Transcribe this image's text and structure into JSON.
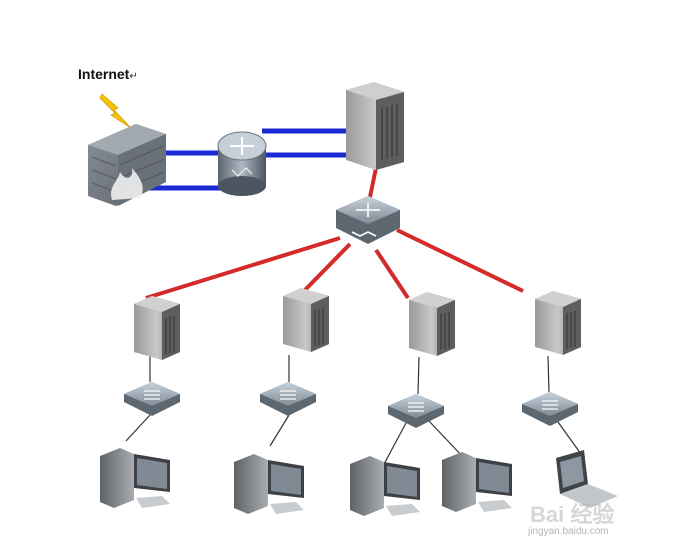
{
  "labels": {
    "internet": "Internet",
    "internet_mark": "↵"
  },
  "watermark": {
    "brand": "Bai 经验",
    "url": "jingyan.baidu.com"
  },
  "colors": {
    "wan_link": "#1a2bd6",
    "lan_link": "#d42a2a",
    "access_link": "#333333",
    "lightning": "#f5c400"
  },
  "icons": [
    "firewall-icon",
    "router-icon",
    "server-icon",
    "core-switch-icon",
    "access-switch-icon",
    "desktop-computer-icon",
    "laptop-icon",
    "lightning-icon"
  ]
}
